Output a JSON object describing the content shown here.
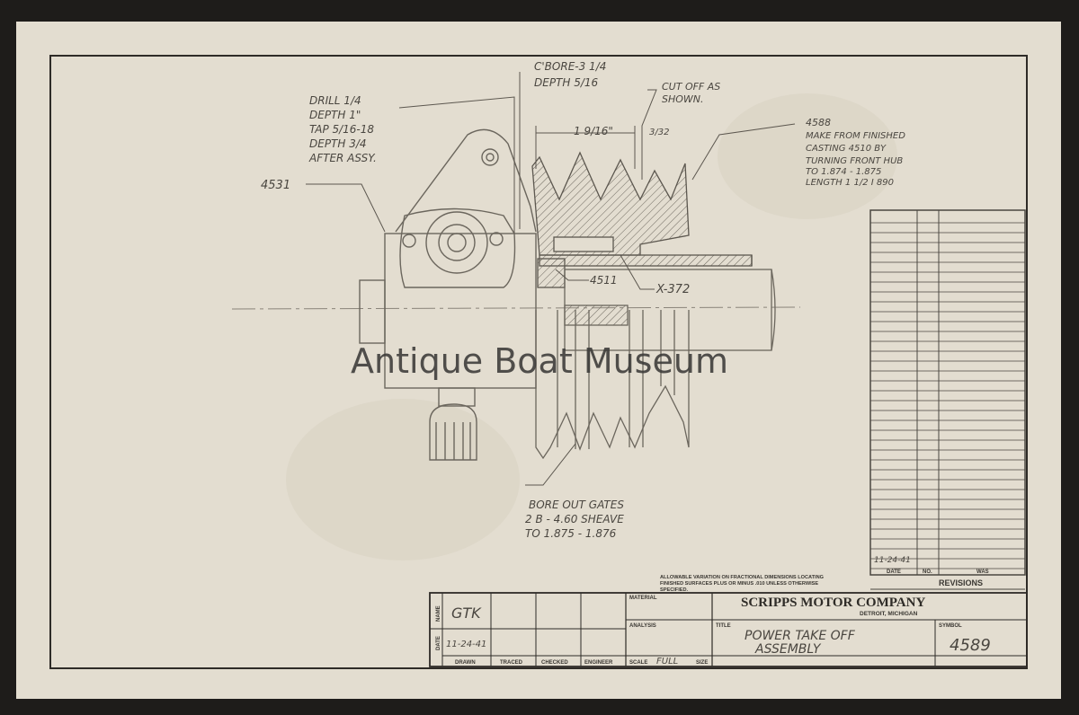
{
  "watermark": "Antique Boat Museum",
  "notes": {
    "drill": [
      "DRILL 1/4",
      "DEPTH 1\"",
      "TAP 5/16-18",
      "DEPTH 3/4",
      "AFTER ASSY."
    ],
    "cbore": [
      "C'BORE-3 1/4",
      "DEPTH 5/16"
    ],
    "cutoff": [
      "CUT OFF AS",
      "SHOWN."
    ],
    "make_from": [
      "4588",
      "MAKE FROM FINISHED",
      "CASTING 4510 BY",
      "TURNING FRONT HUB",
      "TO 1.874 - 1.875",
      "LENGTH 1 1/2 I 890"
    ],
    "bore_out": [
      "BORE OUT GATES",
      "2 B - 4.60 SHEAVE",
      "TO 1.875 - 1.876"
    ]
  },
  "callouts": {
    "part_4531": "4531",
    "part_4511": "4511",
    "part_x372": "X-372",
    "dim_width": "1 9/16\"",
    "dim_gap": "3/32"
  },
  "tolerance_note": [
    "ALLOWABLE VARIATION ON FRACTIONAL DIMENSIONS LOCATING",
    "FINISHED SURFACES PLUS OR MINUS .010 UNLESS OTHERWISE",
    "SPECIFIED."
  ],
  "revisions": {
    "first_date": "11-24-41",
    "col_date": "DATE",
    "col_no": "NO.",
    "col_was": "WAS",
    "title": "REVISIONS"
  },
  "title_block": {
    "label_name": "NAME",
    "label_date": "DATE",
    "name_value": "GTK",
    "date_value": "11-24-41",
    "drawn": "DRAWN",
    "traced": "TRACED",
    "checked": "CHECKED",
    "engineer": "ENGINEER",
    "scale_label": "SCALE",
    "scale_value": "FULL",
    "size_label": "SIZE",
    "material": "MATERIAL",
    "analysis": "ANALYSIS",
    "title_label": "TITLE",
    "title_lines": [
      "POWER TAKE OFF",
      "ASSEMBLY"
    ],
    "company": "SCRIPPS MOTOR COMPANY",
    "location": "DETROIT, MICHIGAN",
    "symbol_label": "SYMBOL",
    "symbol_value": "4589"
  }
}
